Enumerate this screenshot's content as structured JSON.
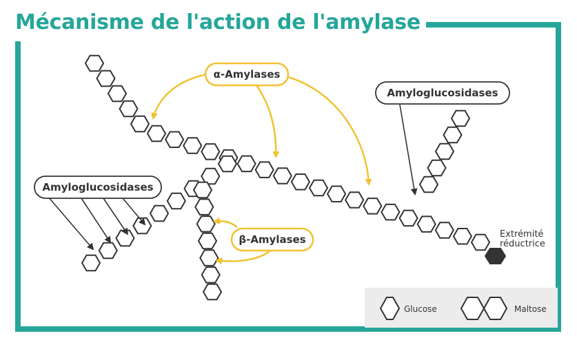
{
  "title": "Mécanisme de l'action de l'amylase",
  "labels": {
    "alpha": "α-Amylases",
    "beta": "β-Amylases",
    "amylo_top": "Amyloglucosidases",
    "amylo_left": "Amyloglucosidases",
    "reducing_end_line1": "Extrémité",
    "reducing_end_line2": "réductrice"
  },
  "legend": {
    "glucose": "Glucose",
    "maltose": "Maltose"
  },
  "colors": {
    "frame": "#26a69a",
    "arrow": "#f0c232",
    "hexagon": "#333333",
    "reducing_end": "#333333",
    "legend_bg": "#ececec"
  }
}
